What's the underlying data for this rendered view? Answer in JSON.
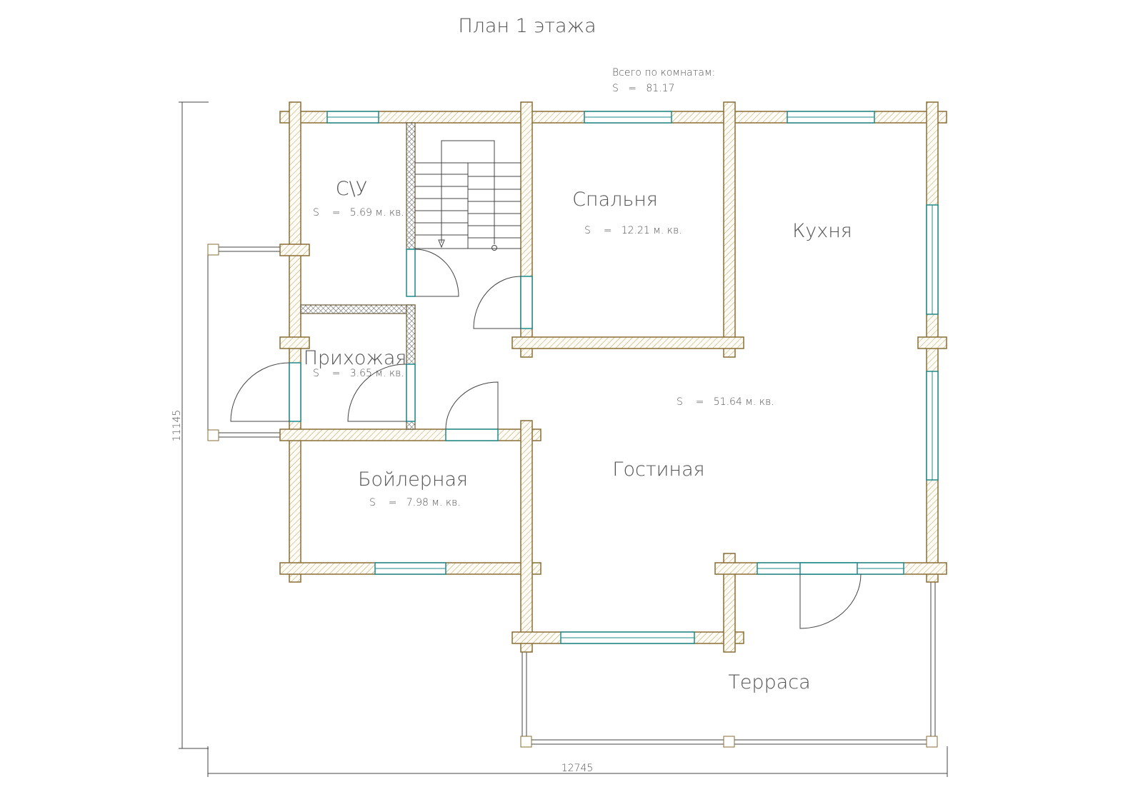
{
  "title": "План 1 этажа",
  "total": {
    "label": "Всего по комнатам:",
    "value": "S   =   81.17"
  },
  "rooms": [
    {
      "name": "С\\У",
      "area": "S    =   5.69 м. кв."
    },
    {
      "name": "Спальня",
      "area": "S    =   12.21 м. кв."
    },
    {
      "name": "Кухня",
      "area": ""
    },
    {
      "name": "Прихожая",
      "area": "S    =   3.65 м. кв."
    },
    {
      "name": "Гостиная",
      "area": "S    =   51.64 м. кв."
    },
    {
      "name": "Бойлерная",
      "area": "S    =   7.98 м. кв."
    },
    {
      "name": "Терраса",
      "area": ""
    }
  ],
  "dimensions": {
    "height": "11145",
    "width": "12745"
  },
  "colors": {
    "wall": "#8a6d35",
    "window": "#1f8a8a"
  }
}
